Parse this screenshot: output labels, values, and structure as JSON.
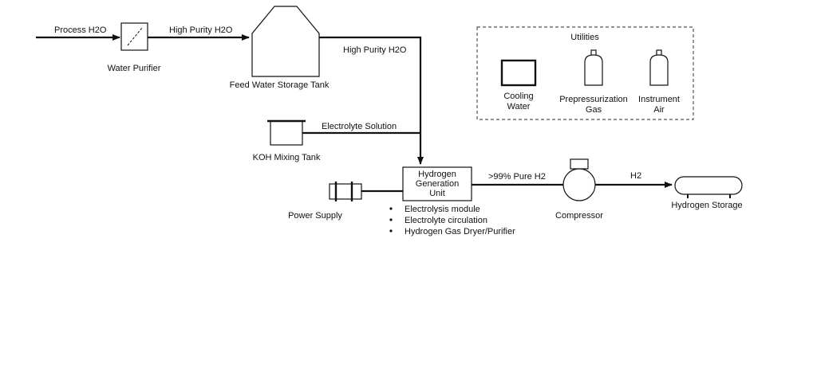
{
  "streams": {
    "process_h2o": "Process H2O",
    "high_purity_1": "High Purity H2O",
    "high_purity_2": "High Purity H2O",
    "electrolyte_solution": "Electrolyte Solution",
    "pure_h2": ">99% Pure H2",
    "h2": "H2"
  },
  "equipment": {
    "water_purifier": "Water Purifier",
    "feed_tank": "Feed Water Storage Tank",
    "koh_tank": "KOH Mixing Tank",
    "power_supply": "Power Supply",
    "hgu_line1": "Hydrogen",
    "hgu_line2": "Generation",
    "hgu_line3": "Unit",
    "compressor": "Compressor",
    "hydrogen_storage": "Hydrogen Storage"
  },
  "hgu_features": [
    "Electrolysis module",
    "Electrolyte circulation",
    "Hydrogen Gas Dryer/Purifier"
  ],
  "utilities": {
    "title": "Utilities",
    "cooling_water_1": "Cooling",
    "cooling_water_2": "Water",
    "prepress_1": "Prepressurization",
    "prepress_2": "Gas",
    "instrument_1": "Instrument",
    "instrument_2": "Air"
  }
}
